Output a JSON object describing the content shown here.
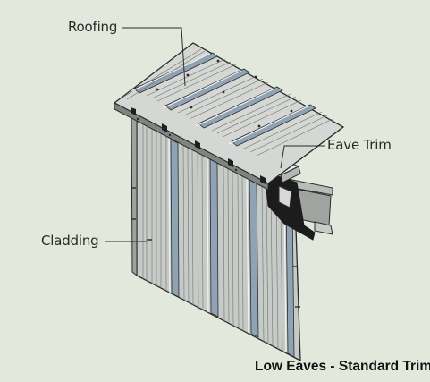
{
  "labels": {
    "roofing": "Roofing",
    "eave_trim": "Eave Trim",
    "cladding": "Cladding"
  },
  "caption": "Low Eaves - Standard Trim",
  "colors": {
    "background": "#e2e9dc",
    "sheet_light": "#d9dcd8",
    "sheet_mid": "#b5bab6",
    "rib_blue": "#8fa3b4",
    "rib_highlight": "#eef1ee",
    "outline": "#2b2b2b",
    "trim_dark": "#1c1c1c"
  }
}
